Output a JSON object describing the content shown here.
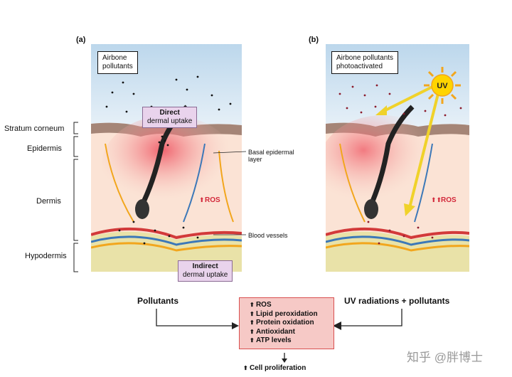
{
  "panel_a": {
    "letter": "(a)",
    "airborne_label": "Airbone\npollutants",
    "direct_title": "Direct",
    "direct_sub": "dermal uptake",
    "indirect_title": "Indirect",
    "indirect_sub": "dermal uptake",
    "ros": "ROS"
  },
  "panel_b": {
    "letter": "(b)",
    "airborne_label": "Airbone pollutants\nphotoactivated",
    "uv": "UV",
    "ros": "ROS"
  },
  "layers": {
    "stratum_corneum": "Stratum corneum",
    "epidermis": "Epidermis",
    "dermis": "Dermis",
    "hypodermis": "Hypodermis"
  },
  "callouts": {
    "basal": "Basal epidermal\nlayer",
    "vessels": "Blood vessels"
  },
  "flow": {
    "left": "Pollutants",
    "right": "UV radiations + pollutants",
    "effects": [
      "ROS",
      "Lipid peroxidation",
      "Protein oxidation",
      "Antioxidant",
      "ATP levels"
    ],
    "outcome": "Cell proliferation"
  },
  "watermark": "知乎 @胖博士",
  "colors": {
    "pollutant_a": "#111111",
    "pollutant_b": "#8b1a2b",
    "ros_red": "#d3283a",
    "effects_fill": "#f6c9c6",
    "effects_border": "#d94f4f",
    "purple_box": "#e9d3ec",
    "uv_sun": "#ffd400"
  }
}
